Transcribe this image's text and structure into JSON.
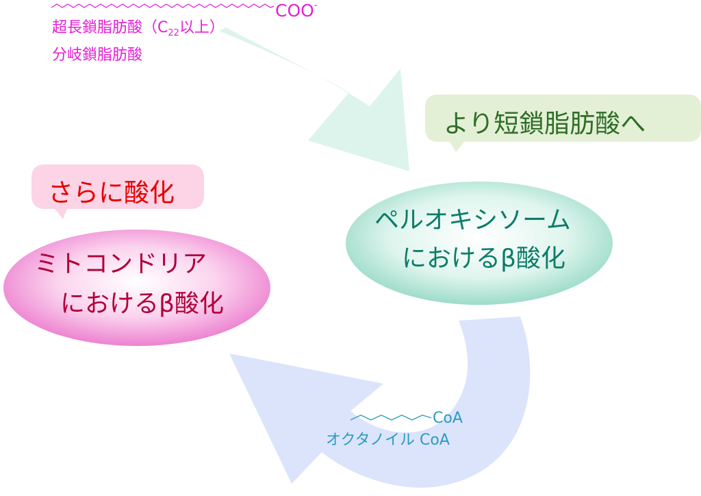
{
  "fatty_acids": {
    "coo_label": "COO",
    "coo_charge": "-",
    "very_long_chain_main": "超長鎖脂肪酸（C",
    "very_long_chain_subscript": "22",
    "very_long_chain_suffix": "以上）",
    "branched": "分岐鎖脂肪酸"
  },
  "callouts": {
    "shorter_chain": "より短鎖脂肪酸へ",
    "further_oxidation": "さらに酸化"
  },
  "peroxisome": {
    "line1": "ペルオキシソーム",
    "line2": "におけるβ酸化"
  },
  "mitochondria": {
    "line1": "ミトコンドリア",
    "line2": "におけるβ酸化"
  },
  "octanoyl": {
    "coa_tag": "CoA",
    "name": "オクタノイル CoA"
  },
  "colors": {
    "magenta_text": "#e61fd6",
    "green_callout_bg": "#e4f0d5",
    "pink_callout_bg": "#fdd3e6",
    "teal_ellipse": "#cfeee4",
    "pink_ellipse": "#f6a8dc",
    "top_arrow": "#dcf4ec",
    "bottom_arrow": "#dbe4fb"
  }
}
